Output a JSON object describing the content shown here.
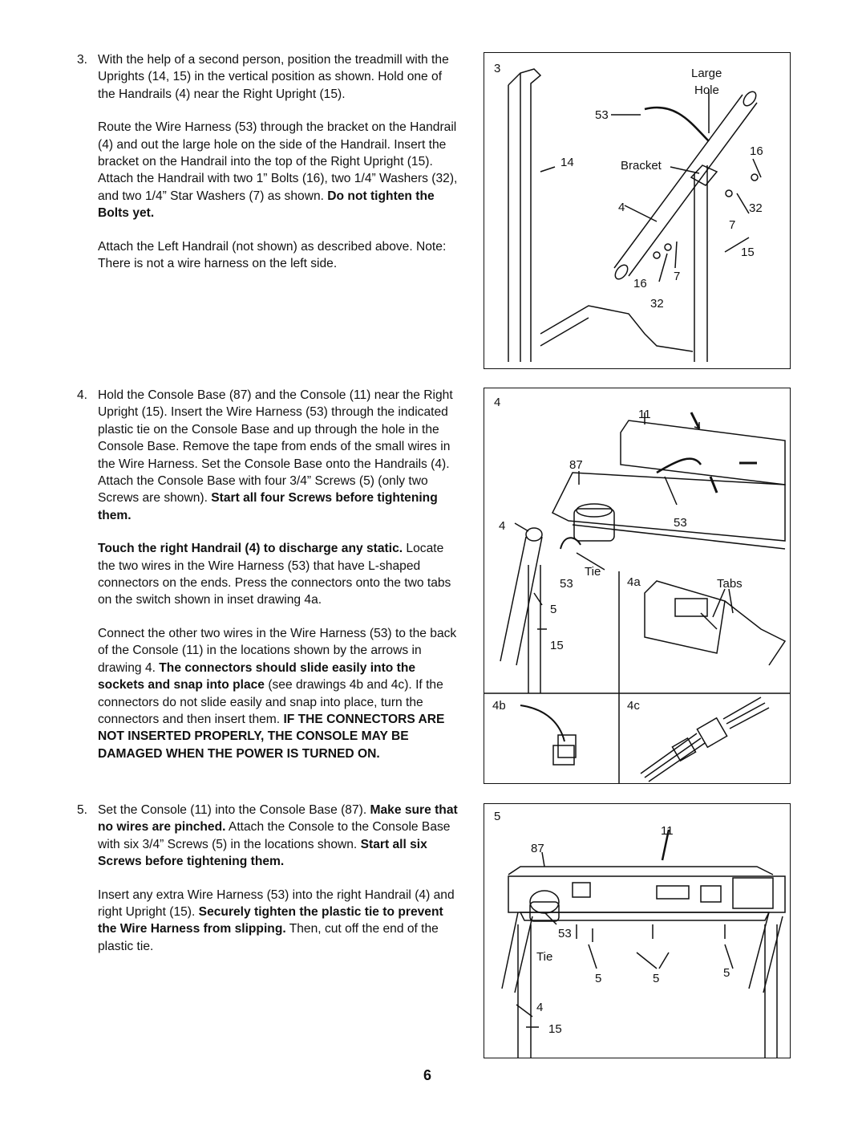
{
  "step3": {
    "number": "3.",
    "p1": "With the help of a second person, position the treadmill with the Uprights (14, 15) in the vertical position as shown. Hold one of the Handrails (4) near the Right Upright (15).",
    "p2a": "Route the Wire Harness (53) through the bracket on the Handrail (4) and out the large hole on the side of the Handrail. Insert the bracket on the Handrail into the top of the Right Upright (15). Attach the Handrail with two 1” Bolts (16), two 1/4” Washers (32), and two 1/4” Star Washers (7) as shown. ",
    "p2b": "Do not tighten the Bolts yet.",
    "p3": "Attach the Left Handrail (not shown) as described above. Note: There is not a wire harness on the left side."
  },
  "step4": {
    "number": "4.",
    "p1a": "Hold the Console Base (87) and the Console (11) near the Right Upright (15). Insert the Wire Harness (53) through the indicated plastic tie on the Console Base and up through the hole in the Console Base. Remove the tape from ends of the small wires in the Wire Harness. Set the Console Base onto the Handrails (4). Attach the Console Base with four 3/4” Screws (5) (only two Screws are shown). ",
    "p1b": "Start all four Screws before tightening them.",
    "p2a": "Touch the right Handrail (4) to discharge any static.",
    "p2b": " Locate the two wires in the Wire Harness (53) that have L-shaped connectors on the ends. Press the connectors onto the two tabs on the switch shown in inset drawing 4a.",
    "p3a": "Connect the other two wires in the Wire Harness (53) to the back of the Console (11) in the locations shown by the arrows in drawing 4. ",
    "p3b": "The connectors should slide easily into the sockets and snap into place",
    "p3c": " (see drawings 4b and 4c). If the connectors do not slide easily and snap into place, turn the connectors and then insert them. ",
    "p3d": "IF THE CONNECTORS ARE NOT INSERTED PROPERLY, THE CONSOLE MAY BE DAMAGED WHEN THE POWER IS TURNED ON."
  },
  "step5": {
    "number": "5.",
    "p1a": "Set the Console (11) into the Console Base (87). ",
    "p1b": "Make sure that no wires are pinched.",
    "p1c": " Attach the Console to the Console Base with six 3/4” Screws (5) in the locations shown. ",
    "p1d": "Start all six Screws before tightening them.",
    "p2a": "Insert any extra Wire Harness (53) into the right Handrail (4) and right Upright (15). ",
    "p2b": "Securely tighten the plastic tie to prevent the Wire Harness from slipping.",
    "p2c": " Then, cut off the end of the plastic tie."
  },
  "fig3": {
    "num": "3",
    "large": "Large",
    "hole": "Hole",
    "w53": "53",
    "u14": "14",
    "bracket": "Bracket",
    "b16a": "16",
    "h4": "4",
    "w32a": "32",
    "s7a": "7",
    "u15": "15",
    "b16b": "16",
    "s7b": "7",
    "w32b": "32"
  },
  "fig4": {
    "num": "4",
    "c11": "11",
    "b87": "87",
    "h4": "4",
    "w53a": "53",
    "tie": "Tie",
    "w53b": "53",
    "s5": "5",
    "u15": "15"
  },
  "fig4a": {
    "num": "4a",
    "tabs": "Tabs"
  },
  "fig4b": {
    "num": "4b"
  },
  "fig4c": {
    "num": "4c"
  },
  "fig5": {
    "num": "5",
    "c11": "11",
    "b87": "87",
    "w53": "53",
    "tie": "Tie",
    "s5a": "5",
    "s5b": "5",
    "s5c": "5",
    "h4": "4",
    "u15": "15"
  },
  "page_number": "6"
}
